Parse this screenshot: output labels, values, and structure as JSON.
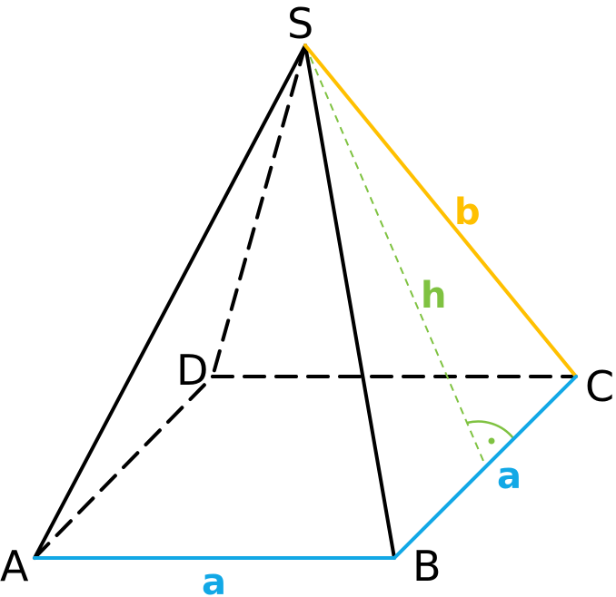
{
  "vertices": {
    "apex": "S",
    "a": "A",
    "b": "B",
    "c": "C",
    "d": "D"
  },
  "edge_labels": {
    "base_front": "a",
    "base_right": "a",
    "lateral": "b",
    "height": "h"
  },
  "colors": {
    "edge": "#000000",
    "base": "#12a8e6",
    "lateral": "#ffc000",
    "height": "#7fc241"
  }
}
